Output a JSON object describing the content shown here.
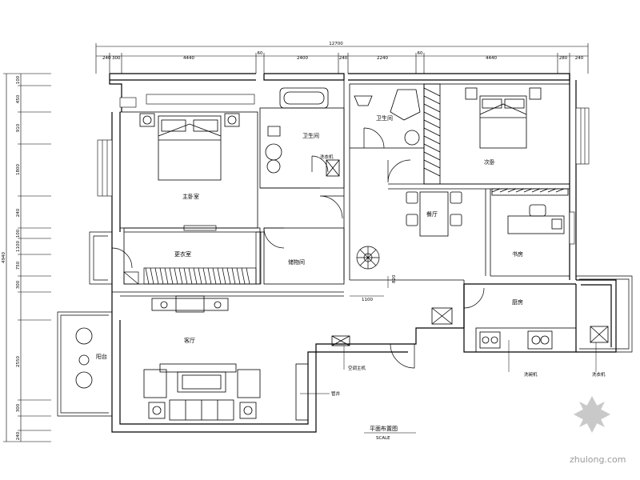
{
  "rooms": {
    "master_bedroom": "主卧室",
    "bath_1": "卫生间",
    "bath_2": "卫生间",
    "second_bedroom": "次卧",
    "dining": "餐厅",
    "closet": "更衣室",
    "storage": "储物间",
    "study": "书房",
    "kitchen": "厨房",
    "living": "客厅",
    "balcony": "阳台"
  },
  "callouts": {
    "washer_1": "洗衣机",
    "washer_2": "洗衣机",
    "ac": "空调主机",
    "sink": "洗碗机",
    "pipe": "管井"
  },
  "title": {
    "main": "平面布置图",
    "scale": "SCALE"
  },
  "dims_top": {
    "total": "12700",
    "segs": [
      "240",
      "300",
      "4440",
      "60",
      "2400",
      "240",
      "2240",
      "60",
      "4440",
      "280",
      "240"
    ]
  },
  "dims_left": {
    "total": "4940",
    "segs": [
      "100",
      "450",
      "910",
      "1800",
      "240",
      "100",
      "1100",
      "750",
      "300",
      "2550",
      "300",
      "240"
    ]
  },
  "small_dims": {
    "d1": "1100",
    "d2": "820"
  },
  "watermark": "zhulong.com"
}
